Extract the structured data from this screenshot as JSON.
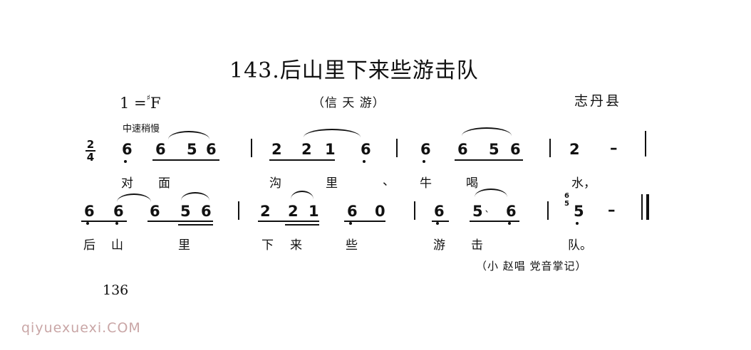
{
  "header": {
    "title": "143.后山里下来些游击队",
    "key": "1 =",
    "key_accidental": "♯",
    "key_note": "F",
    "subtitle": "（信 天 游）",
    "region": "志丹县"
  },
  "tempo": "中速稍慢",
  "time_signature": {
    "top": "2",
    "bottom": "4"
  },
  "line1": {
    "notes": [
      "6",
      "6",
      "5",
      "6",
      "2",
      "2",
      "1",
      "6",
      "6",
      "6",
      "5",
      "6",
      "2",
      "–"
    ],
    "lyrics": [
      "对",
      "面",
      "沟",
      "里",
      "、",
      "牛",
      "喝",
      "水，"
    ]
  },
  "line2": {
    "notes": [
      "6",
      "6",
      "6",
      "5",
      "6",
      "2",
      "2",
      "1",
      "6",
      "0",
      "6",
      "5",
      "6",
      "5",
      "–"
    ],
    "lyrics": [
      "后",
      "山",
      "里",
      "下",
      "来",
      "些",
      "游",
      "击",
      "队。"
    ]
  },
  "footer": {
    "credit": "（小  赵唱    党音掌记）",
    "page_number": "136",
    "watermark": "qiyuexuexi.COM"
  }
}
